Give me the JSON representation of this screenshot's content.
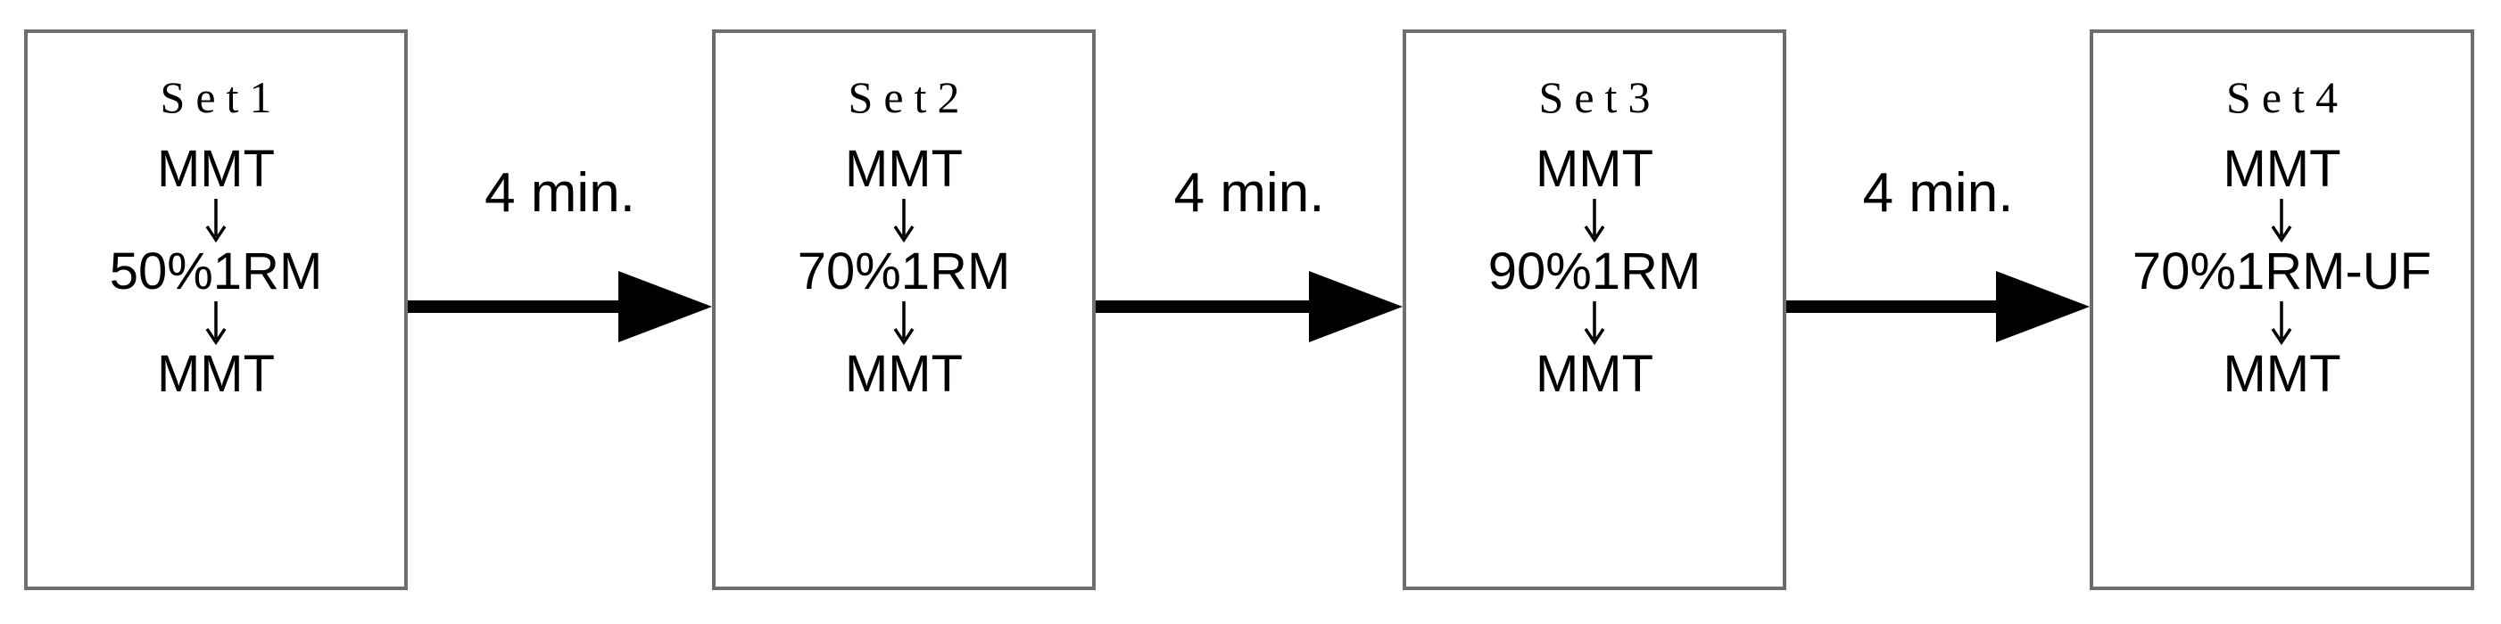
{
  "diagram": {
    "title_text": "",
    "colors": {
      "box_border": "#6e6e6e",
      "background": "#ffffff",
      "text": "#000000",
      "arrow": "#000000"
    },
    "sets": [
      {
        "name": "Set1",
        "steps": [
          "MMT",
          "50%1RM",
          "MMT"
        ],
        "step_connector": "down-arrow"
      },
      {
        "name": "Set2",
        "steps": [
          "MMT",
          "70%1RM",
          "MMT"
        ],
        "step_connector": "down-arrow"
      },
      {
        "name": "Set3",
        "steps": [
          "MMT",
          "90%1RM",
          "MMT"
        ],
        "step_connector": "down-arrow"
      },
      {
        "name": "Set4",
        "steps": [
          "MMT",
          "70%1RM-UF",
          "MMT"
        ],
        "step_connector": "down-arrow"
      }
    ],
    "transitions": [
      {
        "label": "4 min.",
        "from": "Set1",
        "to": "Set2"
      },
      {
        "label": "4 min.",
        "from": "Set2",
        "to": "Set3"
      },
      {
        "label": "4 min.",
        "from": "Set3",
        "to": "Set4"
      }
    ]
  }
}
